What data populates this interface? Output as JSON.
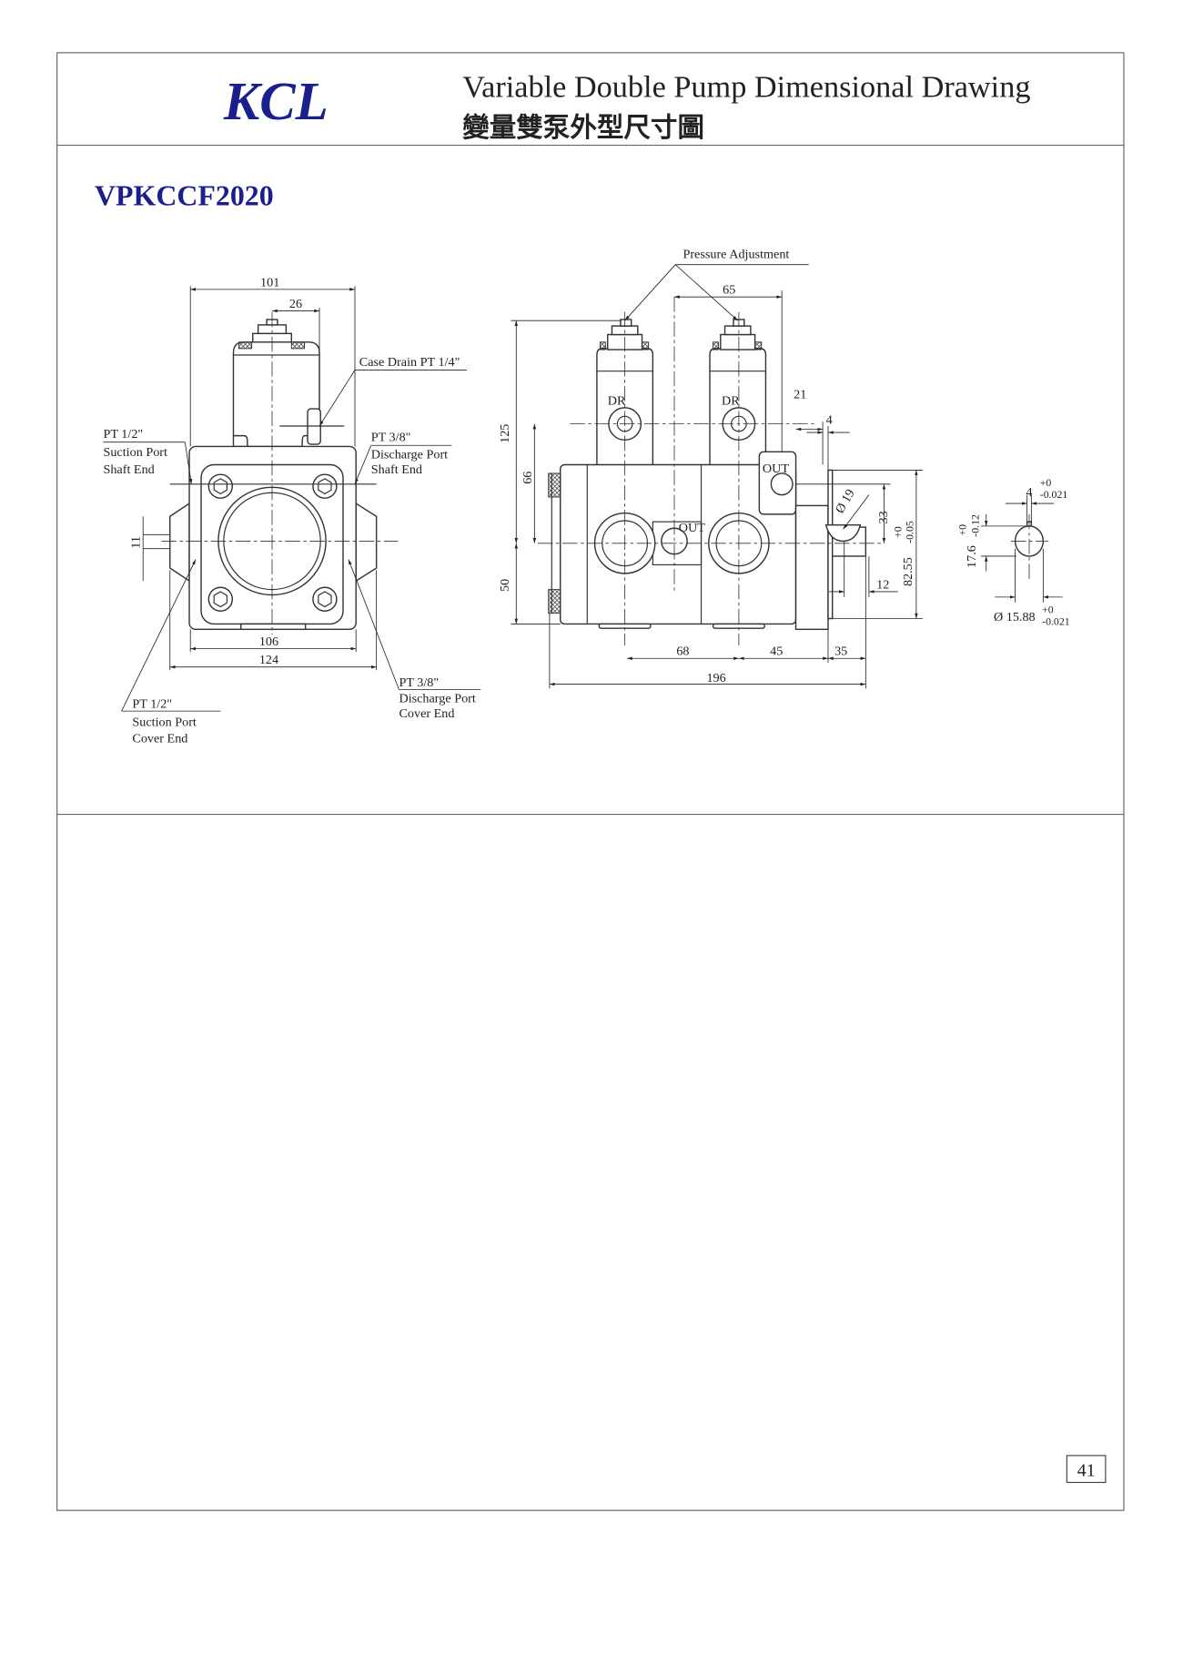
{
  "header": {
    "logo": "KCL",
    "title_en": "Variable Double Pump Dimensional Drawing",
    "title_zh": "變量雙泵外型尺寸圖"
  },
  "model": "VPKCCF2020",
  "front_view": {
    "dims": {
      "width_top": "101",
      "offset": "26",
      "body": "106",
      "overall": "124",
      "port": "11"
    },
    "labels": {
      "case_drain": "Case Drain PT 1/4\"",
      "suction_shaft": [
        "PT 1/2\"",
        "Suction Port",
        "Shaft End"
      ],
      "discharge_shaft": [
        "PT 3/8\"",
        "Discharge Port",
        "Shaft End"
      ],
      "suction_cover": [
        "PT 1/2\"",
        "Suction Port",
        "Cover End"
      ],
      "discharge_cover": [
        "PT 3/8\"",
        "Discharge Port",
        "Cover End"
      ]
    }
  },
  "side_view": {
    "pressure_adjustment": "Pressure Adjustment",
    "dr": "DR",
    "out": "OUT",
    "dims": {
      "height": "125",
      "dr_height": "66",
      "lower": "50",
      "spacing": "65",
      "d21": "21",
      "d4": "4",
      "d33": "33",
      "pilot": "82.55",
      "pilot_tol_upper": "+0",
      "pilot_tol_lower": "-0.05",
      "key_dia": "Ø 19",
      "d12": "12",
      "d68": "68",
      "d45": "45",
      "d35": "35",
      "overall": "196"
    }
  },
  "shaft_detail": {
    "key_width": "4",
    "key_tol_upper": "+0",
    "key_tol_lower": "-0.021",
    "key_height": "17.6",
    "height_tol_upper": "+0",
    "height_tol_lower": "-0.12",
    "diameter": "Ø 15.88",
    "dia_tol_upper": "+0",
    "dia_tol_lower": "-0.021"
  },
  "page_number": "41",
  "colors": {
    "brand": "#1a1f8c",
    "frame": "#555555"
  }
}
